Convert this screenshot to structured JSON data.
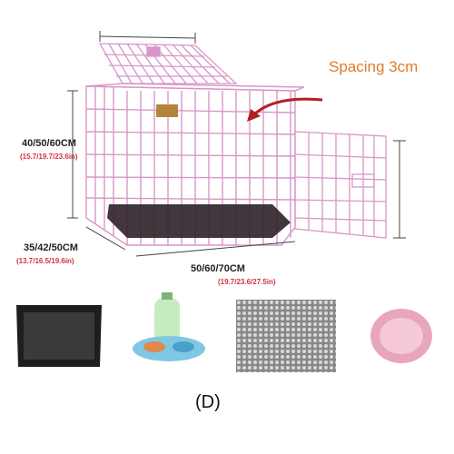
{
  "annotations": {
    "spacing": "Spacing 3cm",
    "height_cm": "40/50/60CM",
    "height_in": "(15.7/19.7/23.6in)",
    "width_cm": "35/42/50CM",
    "width_in": "(13.7/16.5/19.6in)",
    "length_cm": "50/60/70CM",
    "length_in": "(19.7/23.6/27.5in)"
  },
  "accessories": [
    {
      "name": "tray"
    },
    {
      "name": "water-bottle-and-bowls"
    },
    {
      "name": "mesh-mat"
    },
    {
      "name": "pet-bed"
    }
  ],
  "caption": "(D)",
  "colors": {
    "cage": "#d896c8",
    "tray": "#2a2a2a",
    "accent_text": "#e07b2a",
    "inch_text": "#d0343f"
  }
}
